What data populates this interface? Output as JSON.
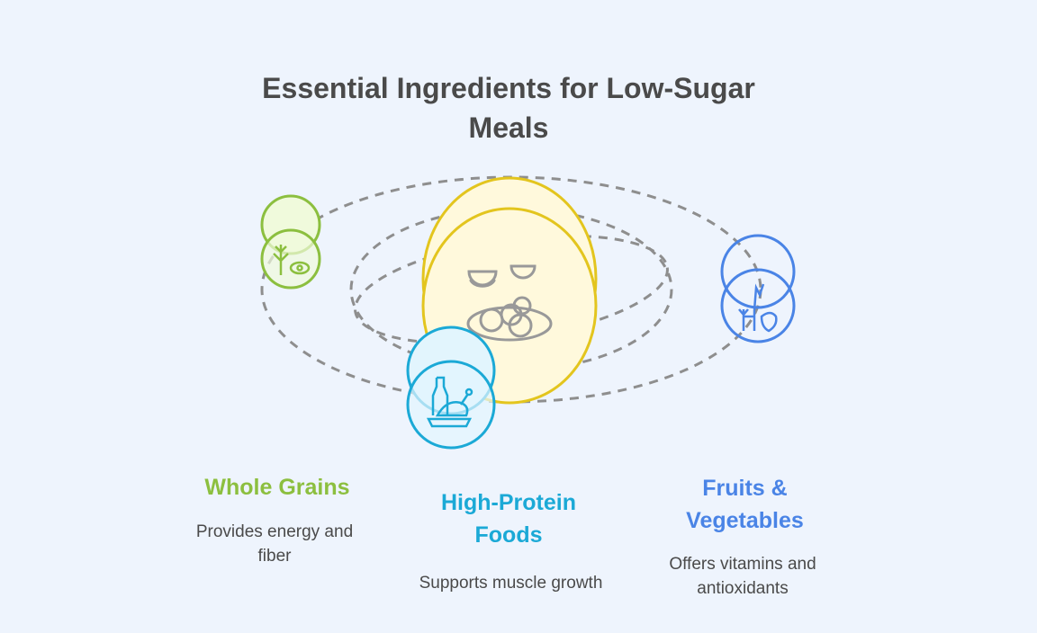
{
  "title": "Essential Ingredients for Low-Sugar Meals",
  "colors": {
    "background": "#eef4fd",
    "green": "#8cbf3f",
    "yellow": "#e3c51e",
    "cyan": "#1ba9d6",
    "blue": "#4a84e6",
    "dash": "#8e8e8e"
  },
  "items": [
    {
      "title": "Whole Grains",
      "description": "Provides energy and fiber",
      "icon": "wheat-eye-icon"
    },
    {
      "title": "High-Protein Foods",
      "description": "Supports muscle growth",
      "icon": "chicken-bottle-icon"
    },
    {
      "title": "Fruits & Vegetables",
      "description": "Offers vitamins and antioxidants",
      "icon": "vegetables-icon"
    }
  ],
  "center_icon": "bowls-plate-icon"
}
